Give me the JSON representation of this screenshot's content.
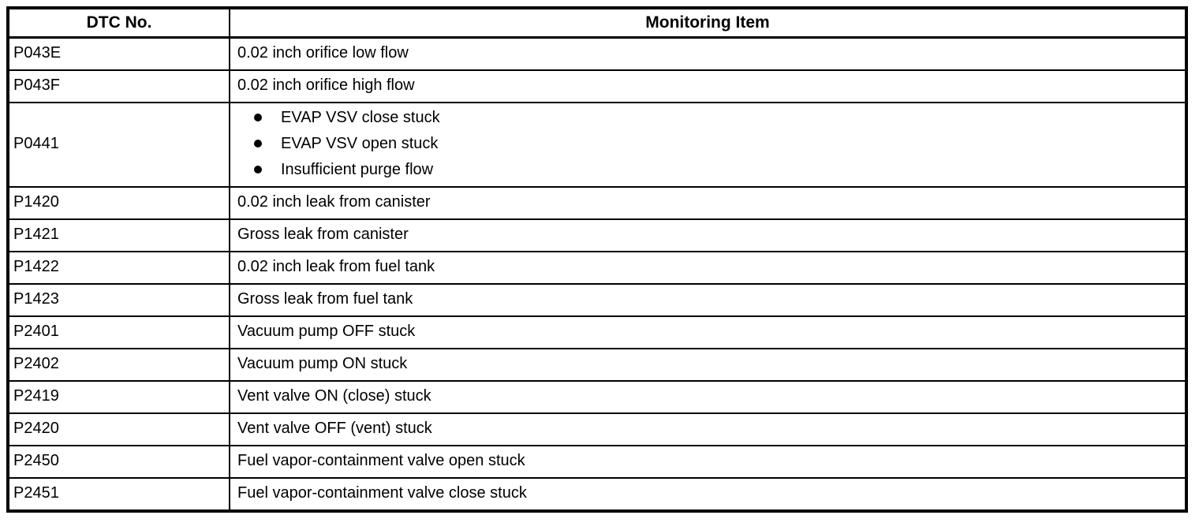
{
  "colors": {
    "border": "#000000",
    "text": "#000000",
    "background": "#ffffff"
  },
  "table": {
    "headers": [
      "DTC No.",
      "Monitoring Item"
    ],
    "rows": [
      {
        "dtc": "P043E",
        "bulleted": false,
        "items": [
          "0.02 inch orifice low flow"
        ]
      },
      {
        "dtc": "P043F",
        "bulleted": false,
        "items": [
          "0.02 inch orifice high flow"
        ]
      },
      {
        "dtc": "P0441",
        "bulleted": true,
        "items": [
          "EVAP VSV close stuck",
          "EVAP VSV open stuck",
          "Insufficient purge flow"
        ]
      },
      {
        "dtc": "P1420",
        "bulleted": false,
        "items": [
          "0.02 inch leak from canister"
        ]
      },
      {
        "dtc": "P1421",
        "bulleted": false,
        "items": [
          "Gross leak from canister"
        ]
      },
      {
        "dtc": "P1422",
        "bulleted": false,
        "items": [
          "0.02 inch leak from fuel tank"
        ]
      },
      {
        "dtc": "P1423",
        "bulleted": false,
        "items": [
          "Gross leak from fuel tank"
        ]
      },
      {
        "dtc": "P2401",
        "bulleted": false,
        "items": [
          "Vacuum pump OFF stuck"
        ]
      },
      {
        "dtc": "P2402",
        "bulleted": false,
        "items": [
          "Vacuum pump ON stuck"
        ]
      },
      {
        "dtc": "P2419",
        "bulleted": false,
        "items": [
          "Vent valve ON (close) stuck"
        ]
      },
      {
        "dtc": "P2420",
        "bulleted": false,
        "items": [
          "Vent valve OFF (vent) stuck"
        ]
      },
      {
        "dtc": "P2450",
        "bulleted": false,
        "items": [
          "Fuel vapor-containment valve open stuck"
        ]
      },
      {
        "dtc": "P2451",
        "bulleted": false,
        "items": [
          "Fuel vapor-containment valve close stuck"
        ]
      }
    ]
  }
}
